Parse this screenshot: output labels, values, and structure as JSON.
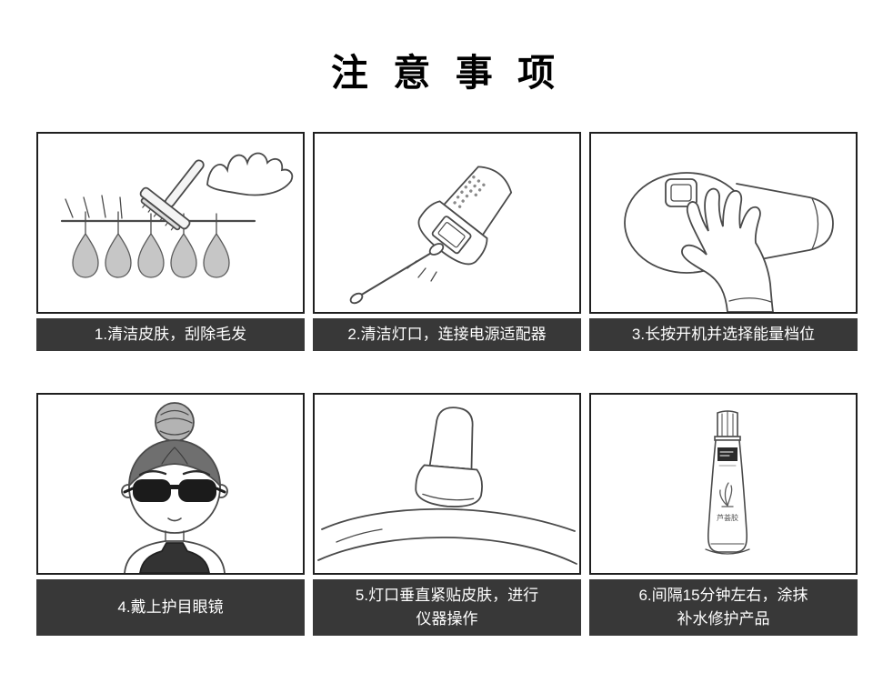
{
  "title": "注 意 事 项",
  "steps": [
    {
      "caption": "1.清洁皮肤，刮除毛发"
    },
    {
      "caption": "2.清洁灯口，连接电源适配器"
    },
    {
      "caption": "3.长按开机并选择能量档位"
    },
    {
      "caption": "4.戴上护目眼镜"
    },
    {
      "caption": "5.灯口垂直紧贴皮肤，进行\n仪器操作"
    },
    {
      "caption": "6.间隔15分钟左右，涂抹\n补水修护产品",
      "tube_label": "芦荟胶"
    }
  ],
  "colors": {
    "caption_bg": "#383838",
    "caption_text": "#ffffff",
    "panel_border": "#1f1f1f",
    "page_bg": "#ffffff",
    "line_art": "#4a4a4a"
  }
}
